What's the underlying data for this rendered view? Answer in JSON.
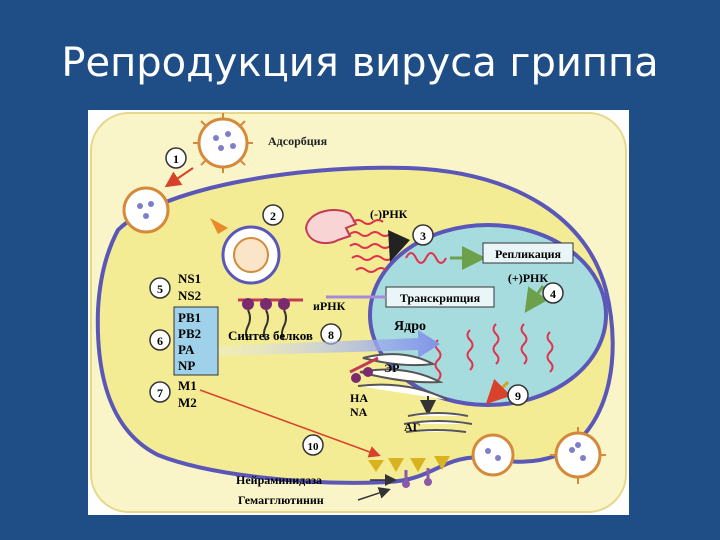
{
  "slide": {
    "title": "Репродукция вируса гриппа"
  },
  "diagram": {
    "steps": [
      "1",
      "2",
      "3",
      "4",
      "5",
      "6",
      "7",
      "8",
      "9",
      "10"
    ],
    "labels": {
      "adsorption": "Адсорбция",
      "neg_rna": "(-)РНК",
      "replication": "Репликация",
      "pos_rna": "(+)РНК",
      "transcription": "Транскрипция",
      "mrna": "иРНК",
      "nucleus": "Ядро",
      "protein_synthesis": "Синтез белков",
      "er": "ЭР",
      "ha": "HA",
      "na": "NA",
      "golgi": "АГ",
      "neuraminidase": "Нейраминидаза",
      "hemagglutinin": "Гемагглютинин"
    },
    "proteins": {
      "ns1": "NS1",
      "ns2": "NS2",
      "pb1": "PB1",
      "pb2": "PB2",
      "pa": "PA",
      "np": "NP",
      "m1": "M1",
      "m2": "M2"
    },
    "colors": {
      "background": "#1f4e86",
      "cell": "#f7f0a0",
      "membrane": "#5b57b8",
      "nucleus": "#9fd9dc",
      "rna": "#e0314d",
      "arrow_green": "#6da04a",
      "arrow_red": "#d8412a",
      "box_blue": "#9fd2ea"
    }
  }
}
